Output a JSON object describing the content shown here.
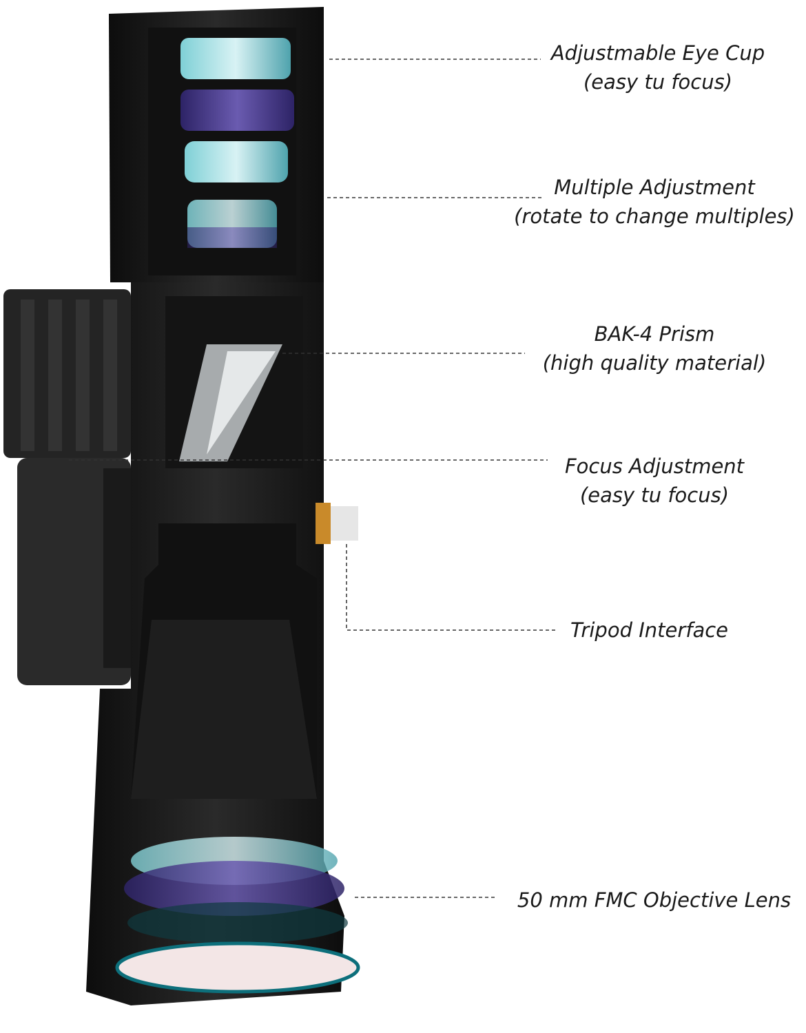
{
  "title": "Monocular cutaway diagram",
  "callouts": [
    {
      "name": "eye-cup",
      "title": "Adjustmable Eye Cup",
      "subtitle": "(easy tu focus)"
    },
    {
      "name": "multiple-adjustment",
      "title": "Multiple Adjustment",
      "subtitle": "(rotate to change multiples)"
    },
    {
      "name": "prism",
      "title": "BAK-4 Prism",
      "subtitle": "(high quality material)"
    },
    {
      "name": "focus-adjustment",
      "title": "Focus Adjustment",
      "subtitle": "(easy tu focus)"
    },
    {
      "name": "tripod-interface",
      "title": "Tripod Interface"
    },
    {
      "name": "objective-lens",
      "title": "50 mm FMC Objective Lens"
    }
  ],
  "colors": {
    "body": "#1c1c1c",
    "lens": "#5fb3bd",
    "lens_purple": "#4b3a8a",
    "leader": "#333333"
  }
}
